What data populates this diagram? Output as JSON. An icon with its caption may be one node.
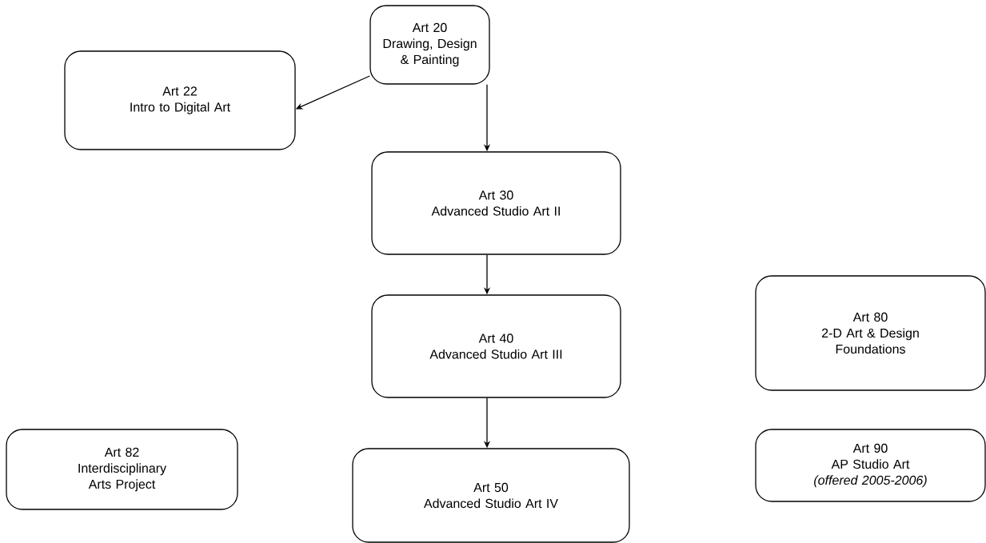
{
  "diagram": {
    "nodes": [
      {
        "text": [
          "Art 20",
          "Drawing, Design & Painting"
        ]
      },
      {
        "text": [
          "Art 22",
          "Intro to Digital Art"
        ]
      },
      {
        "text": [
          "Art 30",
          "Advanced Studio Art II"
        ]
      },
      {
        "text": [
          "Art 40",
          "Advanced Studio Art III"
        ]
      },
      {
        "text": [
          "Art 80",
          "2-D Art & Design Foundations"
        ]
      },
      {
        "text": [
          "Art 82",
          "Interdisciplinary Arts Project"
        ]
      },
      {
        "text": [
          "Art 50",
          "Advanced Studio Art IV"
        ]
      },
      {
        "text": [
          "Art 90",
          "AP Studio Art *(offered 2005-2006)*"
        ]
      }
    ],
    "edges": [
      {
        "from": 0,
        "to": 1,
        "arrow": "to"
      },
      {
        "from": 0,
        "to": 2,
        "arrow": "to"
      },
      {
        "from": 2,
        "to": 3,
        "arrow": "to"
      },
      {
        "from": 3,
        "to": 6,
        "arrow": "to"
      }
    ]
  }
}
